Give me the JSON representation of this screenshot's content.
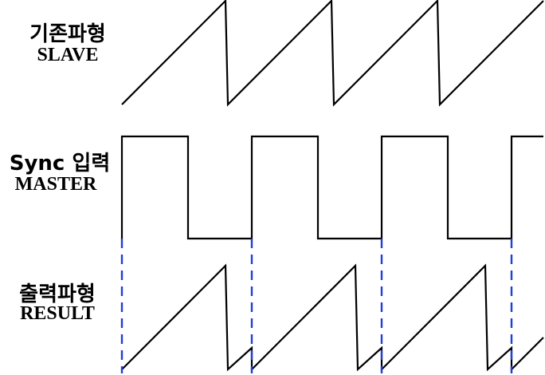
{
  "labels": {
    "slave_ko": "기존파형",
    "slave_en": "SLAVE",
    "master_ko": "Sync 입력",
    "master_en": "MASTER",
    "result_ko": "출력파형",
    "result_en": "RESULT"
  },
  "colors": {
    "waveform": "#000000",
    "sync_marker": "#1f3fd6"
  }
}
